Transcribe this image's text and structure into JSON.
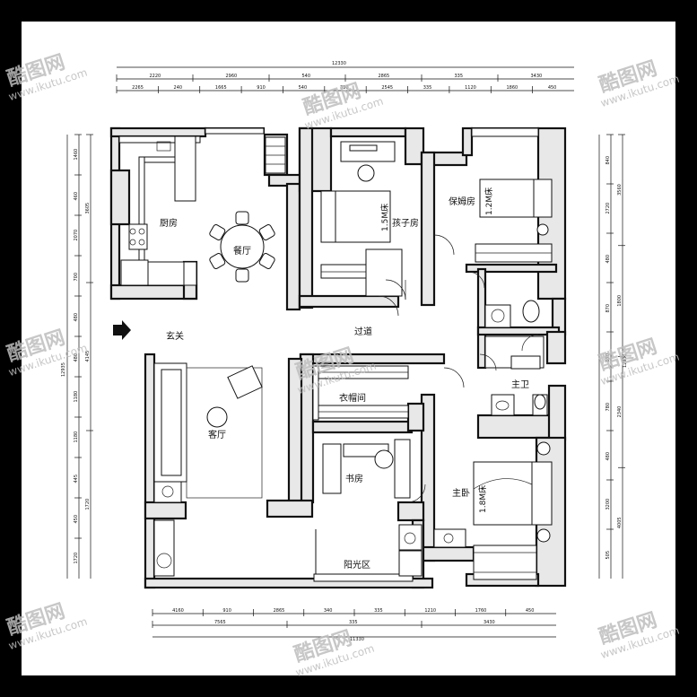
{
  "rooms": {
    "kitchen": "厨房",
    "dining": "餐厅",
    "child_room": "孩子房",
    "nanny_room": "保姆房",
    "entrance": "玄关",
    "corridor": "过道",
    "wardrobe": "衣帽间",
    "master_bath": "主卫",
    "living_room": "客厅",
    "study": "书房",
    "master_bedroom": "主卧",
    "sunroom": "阳光区"
  },
  "bed_sizes": {
    "child": "1.5M床",
    "nanny": "1.2M床",
    "master": "1.8M床"
  },
  "dimensions": {
    "top_total": "12330",
    "top_row1": [
      "2220",
      "2960",
      "540",
      "2865",
      "335",
      "3430"
    ],
    "top_row2": [
      "2265",
      "240",
      "1665",
      "910",
      "540",
      "330",
      "2545",
      "335",
      "1120",
      "1860",
      "450"
    ],
    "bottom_row1": [
      "4160",
      "910",
      "2865",
      "340",
      "335",
      "1210",
      "1760",
      "450"
    ],
    "bottom_row2": [
      "7565",
      "335",
      "3430"
    ],
    "bottom_total": "11330",
    "left_row1": [
      "1460",
      "460",
      "2070",
      "700",
      "480",
      "480",
      "1180",
      "1180",
      "445",
      "450",
      "1720"
    ],
    "left_row2": [
      "3605",
      "4145",
      "1720"
    ],
    "left_total": "12935",
    "right_row1": [
      "840",
      "2720",
      "480",
      "870",
      "870",
      "780",
      "480",
      "3200",
      "505"
    ],
    "right_row2": [
      "3560",
      "1800",
      "2340",
      "4005"
    ],
    "right_total": "12935"
  },
  "watermark": {
    "brand": "酷图网",
    "url": "www.ikutu.com"
  }
}
